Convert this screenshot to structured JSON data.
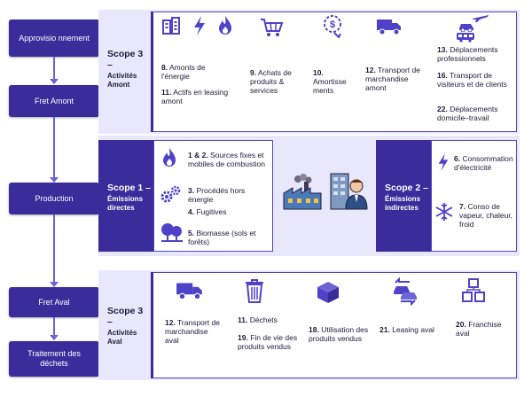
{
  "stages": [
    {
      "id": "approvisionnement",
      "label": "Approvisio nnement"
    },
    {
      "id": "fret-amont",
      "label": "Fret Amont"
    },
    {
      "id": "production",
      "label": "Production"
    },
    {
      "id": "fret-aval",
      "label": "Fret Aval"
    },
    {
      "id": "traitement-dechets",
      "label": "Traitement des déchets"
    }
  ],
  "scope3_amont": {
    "title": "Scope 3 –",
    "subtitle": "Activités Amont",
    "items": [
      {
        "num": "8.",
        "text": "Amonts de l'énergie"
      },
      {
        "num": "11.",
        "text": "Actifs en leasing amont"
      },
      {
        "num": "9.",
        "text": "Achats de produits & services"
      },
      {
        "num": "10.",
        "text": "Amortisse ments"
      },
      {
        "num": "12.",
        "text": "Transport de marchandise amont"
      },
      {
        "num": "13.",
        "text": "Déplacements professionnels"
      },
      {
        "num": "16.",
        "text": "Transport de visiteurs et de clients"
      },
      {
        "num": "22.",
        "text": "Déplacements domicile–travail"
      }
    ]
  },
  "scope1": {
    "title": "Scope 1 –",
    "subtitle": "Émissions directes",
    "items": [
      {
        "num": "1 & 2.",
        "text": "Sources fixes et mobiles de combustion"
      },
      {
        "num": "3.",
        "text": "Procédés hors énergie"
      },
      {
        "num": "4.",
        "text": "Fugitives"
      },
      {
        "num": "5.",
        "text": "Biomasse (sols et forêts)"
      }
    ]
  },
  "scope2": {
    "title": "Scope 2 –",
    "subtitle": "Émissions indirectes",
    "items": [
      {
        "num": "6.",
        "text": "Consommation d'électricité"
      },
      {
        "num": "7.",
        "text": "Conso de vapeur, chaleur, froid"
      }
    ]
  },
  "scope3_aval": {
    "title": "Scope 3 –",
    "subtitle": "Activités Aval",
    "items": [
      {
        "num": "12.",
        "text": "Transport de marchandise aval"
      },
      {
        "num": "11.",
        "text": "Déchets"
      },
      {
        "num": "19.",
        "text": "Fin de vie des produits vendus"
      },
      {
        "num": "18.",
        "text": "Utilisation des produits vendus"
      },
      {
        "num": "21.",
        "text": "Leasing aval"
      },
      {
        "num": "20.",
        "text": "Franchise aval"
      }
    ]
  },
  "colors": {
    "accent": "#3a2c9a",
    "panel": "#e9e7fb",
    "icon": "#4e43c8"
  },
  "icons": [
    "building-icon",
    "lightning-icon",
    "flame-icon",
    "shopping-cart-icon",
    "depreciation-icon",
    "truck-icon",
    "plane-icon",
    "car-icon",
    "bus-icon",
    "factory-icon",
    "office-worker-icon",
    "gears-icon",
    "trees-icon",
    "snowflake-icon",
    "trash-icon",
    "box-icon",
    "leasing-cars-icon",
    "franchise-icon"
  ]
}
